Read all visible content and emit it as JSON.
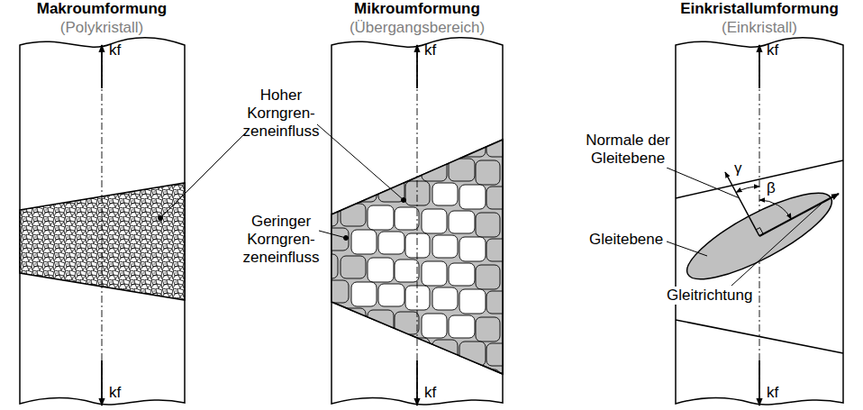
{
  "diagram": {
    "labels": [
      "Makroumformung",
      "(Polykristall)",
      "Mikroumformung",
      "(Übergangsbereich)",
      "Einkristallumformung",
      "(Einkristall)",
      "kf",
      "kf",
      "kf",
      "kf",
      "kf",
      "kf",
      "Hoher Korngren- zeneinfluss",
      "Geringer Korngren- zeneinfluss",
      "Normale der Gleitebene",
      "γ",
      "β",
      "Gleitebene",
      "Gleitrichtung"
    ]
  }
}
